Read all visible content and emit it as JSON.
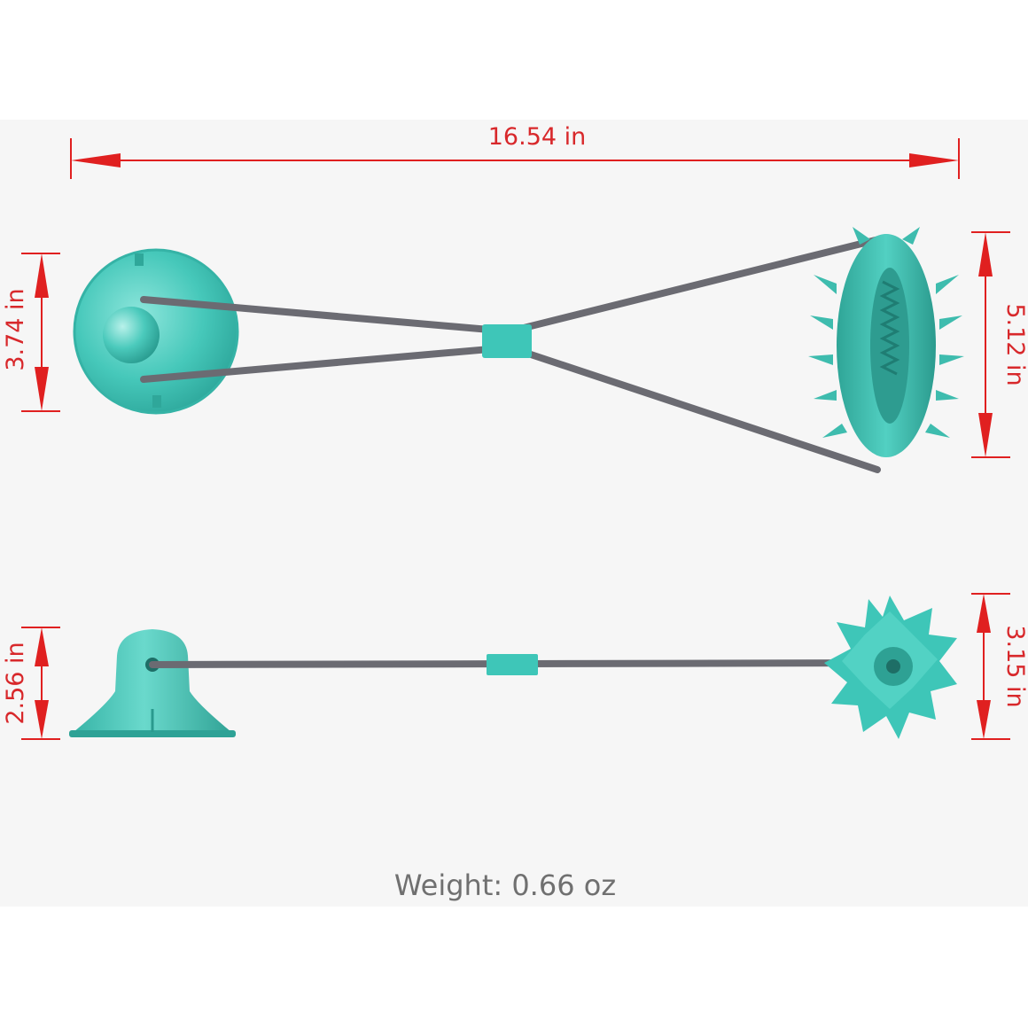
{
  "dimensions": {
    "total_length": "16.54 in",
    "suction_cup_diameter": "3.74 in",
    "ball_length": "5.12 in",
    "base_height": "2.56 in",
    "ball_height": "3.15 in"
  },
  "weight_label": "Weight:  0.66 oz",
  "colors": {
    "dimension": "#e02020",
    "toy": "#3ec6b8",
    "rope": "#6b6b72",
    "weight_text": "#707070"
  }
}
